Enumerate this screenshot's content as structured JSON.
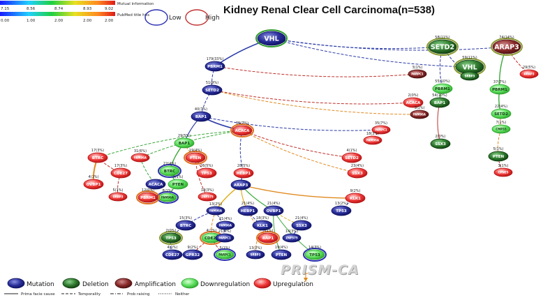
{
  "title": "Kidney Renal Clear Cell Carcinoma(n=538)",
  "watermark": "PRISM-CA",
  "scales": {
    "mi": {
      "label": "Mutual information",
      "ticks": [
        "7.15",
        "8.56",
        "8.74",
        "8.93",
        "9.02"
      ]
    },
    "pubmed": {
      "label": "PubMed title hits",
      "ticks": [
        "0.00",
        "1.00",
        "2.00",
        "2.00",
        "2.00"
      ]
    }
  },
  "level_legend": {
    "low": "Low",
    "high": "High"
  },
  "legend": [
    {
      "type": "mutation",
      "label": "Mutation"
    },
    {
      "type": "deletion",
      "label": "Deletion"
    },
    {
      "type": "amplification",
      "label": "Amplification"
    },
    {
      "type": "down",
      "label": "Downregulation"
    },
    {
      "type": "up",
      "label": "Upregulation"
    }
  ],
  "edge_legend": [
    {
      "style": "solid",
      "label": "Prima facie cause"
    },
    {
      "style": "dash",
      "label": "Temporality"
    },
    {
      "style": "dashdot",
      "label": "Prob raising"
    },
    {
      "style": "dot",
      "label": "Neither"
    }
  ],
  "colors": {
    "mutation": "#2a2f9a",
    "deletion": "#2f7a2f",
    "amplification": "#8a2a2a",
    "down": "#5fe05f",
    "up": "#ef3a3a",
    "ring_blue": "#2a2fb0",
    "ring_green": "#2e9a2e",
    "ring_orange": "#e07020",
    "ring_olive": "#8a9a30",
    "ring_red": "#c03030",
    "edge_blue": "#2a3aa8",
    "edge_red": "#c0302a",
    "edge_orange": "#e08a20",
    "edge_green": "#3aa83a",
    "edge_gold": "#e0b020",
    "edge_olive": "#8a9a30"
  },
  "nodes": [
    {
      "id": "VHL0",
      "label": "VHL",
      "type": "mutation",
      "ring": "ring_green",
      "big": true
    },
    {
      "id": "SETD2A",
      "label": "SETD2",
      "type": "deletion",
      "ring": "ring_olive",
      "big": true,
      "count": "58(11%)"
    },
    {
      "id": "ARAP3A",
      "label": "ARAP3",
      "type": "amplification",
      "ring": "ring_olive",
      "big": true,
      "count": "74(14%)"
    },
    {
      "id": "PBRM1A",
      "label": "PBRM1",
      "type": "mutation",
      "count": "179(33%)"
    },
    {
      "id": "PARPC1A",
      "label": "PARPC1",
      "type": "amplification",
      "count": "3(1%)",
      "small": true
    },
    {
      "id": "VHL2",
      "label": "VHL",
      "type": "deletion",
      "ring": "ring_olive",
      "count": "59(11%)",
      "big": true
    },
    {
      "id": "SRBP3A",
      "label": "SRBP3",
      "type": "deletion",
      "small": true
    },
    {
      "id": "ARAP3B",
      "label": "ARAP3",
      "type": "up",
      "count": "29(5%)",
      "small": true
    },
    {
      "id": "SETD2B",
      "label": "SETD2",
      "type": "mutation",
      "count": "51(9%)"
    },
    {
      "id": "PBRM1B",
      "label": "PBRM1",
      "type": "down",
      "count": "55(10%)"
    },
    {
      "id": "PBRM1C",
      "label": "PBRM1",
      "type": "down",
      "count": "37(7%)"
    },
    {
      "id": "ACACA1",
      "label": "ACACA",
      "type": "up",
      "count": "2(0%)"
    },
    {
      "id": "BAP1A",
      "label": "BAP1",
      "type": "deletion",
      "count": "54(10%)"
    },
    {
      "id": "FAM96A1",
      "label": "FAM96A",
      "type": "amplification",
      "count": "3(1%)",
      "small": true
    },
    {
      "id": "SETD2C",
      "label": "SETD2",
      "type": "down",
      "count": "22(4%)"
    },
    {
      "id": "BAP1B",
      "label": "BAP1",
      "type": "mutation",
      "count": "40(7%)"
    },
    {
      "id": "ACACA2",
      "label": "ACACA",
      "type": "up",
      "ring": "ring_orange",
      "count": "35(7%)"
    },
    {
      "id": "PARPC1B",
      "label": "PARPC1",
      "type": "up",
      "count": "35(7%)",
      "small": true
    },
    {
      "id": "FAM96A2",
      "label": "FAM96A",
      "type": "up",
      "count": "18(3%)",
      "small": true
    },
    {
      "id": "CMP33",
      "label": "CMP33",
      "type": "down",
      "count": "7(1%)",
      "small": true
    },
    {
      "id": "BAP1C",
      "label": "BAP1",
      "type": "down",
      "count": "29(5%)"
    },
    {
      "id": "SSX3A",
      "label": "SSX3",
      "type": "deletion",
      "count": "2(0%)"
    },
    {
      "id": "PTEN1",
      "label": "PTEN",
      "type": "up",
      "ring": "ring_orange",
      "count": "19(4%)"
    },
    {
      "id": "BTRC1",
      "label": "BTRC",
      "type": "up",
      "count": "17(3%)"
    },
    {
      "id": "FAM96A3",
      "label": "FAM96A",
      "type": "up",
      "count": "31(6%)",
      "small": true
    },
    {
      "id": "SETD2D",
      "label": "SETD2",
      "type": "up",
      "count": "4(1%)"
    },
    {
      "id": "PTEN3",
      "label": "PTEN",
      "type": "deletion",
      "count": "5(1%)"
    },
    {
      "id": "BTRC2",
      "label": "BTRC",
      "type": "down",
      "ring": "ring_blue",
      "count": "22(4%)"
    },
    {
      "id": "PTEN2",
      "label": "PTEN",
      "type": "down",
      "count": "4(1%)"
    },
    {
      "id": "TP53A",
      "label": "TP53",
      "type": "up",
      "count": "26(5%)"
    },
    {
      "id": "CDE27A",
      "label": "CDE27",
      "type": "up",
      "count": "17(3%)"
    },
    {
      "id": "ACACA3",
      "label": "ACACA",
      "type": "mutation",
      "count": ""
    },
    {
      "id": "HEBP1A",
      "label": "HEBP1",
      "type": "up",
      "count": "28(5%)"
    },
    {
      "id": "SSX3B",
      "label": "SSX3",
      "type": "up",
      "count": "23(4%)"
    },
    {
      "id": "CPNE5",
      "label": "CPNE5",
      "type": "up",
      "count": "3(1%)",
      "small": true
    },
    {
      "id": "FAM96A4",
      "label": "FAM96A",
      "type": "down",
      "ring": "ring_blue",
      "count": "8(1%)",
      "small": true
    },
    {
      "id": "ZNF575A",
      "label": "ZNF575",
      "type": "up",
      "count": "18(3%)",
      "small": true
    },
    {
      "id": "OVBP1A",
      "label": "OVBP1",
      "type": "up",
      "count": "4(1%)"
    },
    {
      "id": "SRBP3B",
      "label": "SRBP3",
      "type": "up",
      "count": "5(1%)",
      "small": true
    },
    {
      "id": "PBRM1D",
      "label": "PBRM1",
      "type": "up",
      "ring": "ring_orange",
      "count": "12(0%)"
    },
    {
      "id": "ARAP3C",
      "label": "ARAP3",
      "type": "mutation",
      "count": ""
    },
    {
      "id": "KLK1A",
      "label": "KLK1",
      "type": "up",
      "count": "9(2%)"
    },
    {
      "id": "FAM96A5",
      "label": "FAM96A",
      "type": "mutation",
      "count": "13(2%)",
      "small": true
    },
    {
      "id": "HEBP1B",
      "label": "HEBP1",
      "type": "mutation",
      "count": "21(4%)"
    },
    {
      "id": "OVBP1B",
      "label": "OVBP1",
      "type": "mutation",
      "count": "21(4%)"
    },
    {
      "id": "TP53B",
      "label": "TP53",
      "type": "mutation",
      "count": "13(2%)"
    },
    {
      "id": "BTRC3",
      "label": "BTRC",
      "type": "mutation",
      "count": "15(3%)"
    },
    {
      "id": "FAM96A6",
      "label": "FAM96A",
      "type": "mutation",
      "count": "21(4%)",
      "small": true
    },
    {
      "id": "KLK1B",
      "label": "KLK1",
      "type": "mutation",
      "count": "18(3%)"
    },
    {
      "id": "SSX3C",
      "label": "SSX3",
      "type": "mutation",
      "count": "21(4%)"
    },
    {
      "id": "TP53C",
      "label": "TP53",
      "type": "deletion",
      "ring": "ring_olive",
      "count": "2(0%)"
    },
    {
      "id": "CDE27B",
      "label": "CDE27",
      "type": "down",
      "ring": "ring_orange",
      "count": "4(1%)"
    },
    {
      "id": "PARPC1C",
      "label": "PARPC1",
      "type": "mutation",
      "count": "21(4%)",
      "small": true
    },
    {
      "id": "BAP1D",
      "label": "BAP1",
      "type": "up",
      "ring": "ring_orange",
      "count": "7(1%)"
    },
    {
      "id": "ZNF575B",
      "label": "ZNF575",
      "type": "mutation",
      "count": "14(3%)",
      "small": true
    },
    {
      "id": "CDE27C",
      "label": "CDE27",
      "type": "mutation",
      "count": "4(1%)"
    },
    {
      "id": "GPR32",
      "label": "GPR32",
      "type": "mutation",
      "count": "9(2%)"
    },
    {
      "id": "PARPC1D",
      "label": "PARPC1",
      "type": "down",
      "ring": "ring_blue",
      "count": "5(1%)",
      "small": true
    },
    {
      "id": "SRBP3C",
      "label": "SRBP3",
      "type": "mutation",
      "count": "13(2%)",
      "small": true
    },
    {
      "id": "PTEN4",
      "label": "PTEN",
      "type": "mutation",
      "count": "19(4%)"
    },
    {
      "id": "TP53D",
      "label": "TP53",
      "type": "down",
      "ring": "ring_blue",
      "count": "14(3%)"
    }
  ],
  "edges": [
    {
      "from": "VHL0",
      "to": "PBRM1A",
      "style": "solid",
      "color": "edge_blue",
      "w": 1.6
    },
    {
      "from": "VHL0",
      "to": "SETD2A",
      "style": "dash",
      "color": "edge_blue"
    },
    {
      "from": "VHL0",
      "to": "ARAP3A",
      "style": "dash",
      "color": "edge_blue"
    },
    {
      "from": "VHL0",
      "to": "VHL2",
      "style": "dash",
      "color": "edge_blue"
    },
    {
      "from": "PBRM1A",
      "to": "PARPC1A",
      "style": "dash",
      "color": "edge_red"
    },
    {
      "from": "PBRM1A",
      "to": "SETD2B",
      "style": "dash",
      "color": "edge_blue"
    },
    {
      "from": "SETD2A",
      "to": "PBRM1B",
      "style": "dash",
      "color": "edge_blue"
    },
    {
      "from": "SETD2A",
      "to": "SRBP3A",
      "style": "dash",
      "color": "edge_blue"
    },
    {
      "from": "ARAP3A",
      "to": "ARAP3B",
      "style": "dash",
      "color": "edge_red"
    },
    {
      "from": "ARAP3A",
      "to": "PBRM1C",
      "style": "solid",
      "color": "edge_green",
      "w": 1.4
    },
    {
      "from": "SETD2B",
      "to": "ACACA1",
      "style": "dash",
      "color": "edge_red"
    },
    {
      "from": "SETD2B",
      "to": "FAM96A1",
      "style": "dash",
      "color": "edge_orange"
    },
    {
      "from": "SETD2B",
      "to": "BAP1B",
      "style": "dash",
      "color": "edge_blue"
    },
    {
      "from": "PBRM1B",
      "to": "BAP1A",
      "style": "solid",
      "color": "edge_green",
      "w": 1.4
    },
    {
      "from": "BAP1A",
      "to": "SSX3A",
      "style": "solid",
      "color": "edge_red",
      "w": 1.0
    },
    {
      "from": "PBRM1C",
      "to": "SETD2C",
      "style": "solid",
      "color": "edge_green",
      "w": 1.4
    },
    {
      "from": "SETD2C",
      "to": "CMP33",
      "style": "dash",
      "color": "edge_orange"
    },
    {
      "from": "CMP33",
      "to": "PTEN3",
      "style": "dash",
      "color": "edge_orange"
    },
    {
      "from": "PTEN3",
      "to": "CPNE5",
      "style": "dash",
      "color": "edge_red"
    },
    {
      "from": "BAP1B",
      "to": "ACACA2",
      "style": "solid",
      "color": "edge_blue",
      "w": 1.6
    },
    {
      "from": "BAP1B",
      "to": "PARPC1B",
      "style": "dash",
      "color": "edge_blue"
    },
    {
      "from": "BAP1B",
      "to": "BAP1C",
      "style": "solid",
      "color": "edge_blue",
      "w": 1.2
    },
    {
      "from": "PARPC1B",
      "to": "FAM96A2",
      "style": "dash",
      "color": "edge_red"
    },
    {
      "from": "ACACA2",
      "to": "BTRC1",
      "style": "dash",
      "color": "edge_green"
    },
    {
      "from": "ACACA2",
      "to": "FAM96A3",
      "style": "dash",
      "color": "edge_green"
    },
    {
      "from": "ACACA2",
      "to": "HEBP1A",
      "style": "dash",
      "color": "edge_blue"
    },
    {
      "from": "ACACA2",
      "to": "SETD2D",
      "style": "dash",
      "color": "edge_red"
    },
    {
      "from": "ACACA2",
      "to": "SSX3B",
      "style": "dash",
      "color": "edge_orange"
    },
    {
      "from": "BAP1C",
      "to": "PTEN1",
      "style": "dash",
      "color": "edge_orange"
    },
    {
      "from": "BAP1C",
      "to": "BTRC2",
      "style": "solid",
      "color": "edge_green",
      "w": 1.4
    },
    {
      "from": "BTRC2",
      "to": "PTEN2",
      "style": "solid",
      "color": "edge_green",
      "w": 1.2
    },
    {
      "from": "PTEN2",
      "to": "FAM96A4",
      "style": "solid",
      "color": "edge_green",
      "w": 1.0
    },
    {
      "from": "PTEN1",
      "to": "TP53A",
      "style": "dash",
      "color": "edge_red"
    },
    {
      "from": "PTEN1",
      "to": "ZNF575A",
      "style": "dash",
      "color": "edge_red"
    },
    {
      "from": "BTRC1",
      "to": "OVBP1A",
      "style": "solid",
      "color": "edge_orange",
      "w": 2.0
    },
    {
      "from": "BTRC1",
      "to": "CDE27A",
      "style": "dash",
      "color": "edge_red"
    },
    {
      "from": "CDE27A",
      "to": "SRBP3B",
      "style": "dash",
      "color": "edge_red"
    },
    {
      "from": "FAM96A3",
      "to": "ACACA3",
      "style": "dash",
      "color": "edge_green"
    },
    {
      "from": "ACACA3",
      "to": "PBRM1D",
      "style": "dash",
      "color": "edge_orange"
    },
    {
      "from": "HEBP1A",
      "to": "ARAP3C",
      "style": "solid",
      "color": "edge_blue",
      "w": 1.2
    },
    {
      "from": "ARAP3C",
      "to": "KLK1A",
      "style": "solid",
      "color": "edge_orange",
      "w": 1.4
    },
    {
      "from": "ARAP3C",
      "to": "FAM96A5",
      "style": "solid",
      "color": "edge_gold",
      "w": 1.4
    },
    {
      "from": "ARAP3C",
      "to": "HEBP1B",
      "style": "solid",
      "color": "edge_gold",
      "w": 1.2
    },
    {
      "from": "ARAP3C",
      "to": "OVBP1B",
      "style": "solid",
      "color": "edge_green",
      "w": 1.2
    },
    {
      "from": "KLK1A",
      "to": "TP53B",
      "style": "dash",
      "color": "edge_blue"
    },
    {
      "from": "FAM96A5",
      "to": "BTRC3",
      "style": "dash",
      "color": "edge_blue"
    },
    {
      "from": "FAM96A5",
      "to": "CDE27B",
      "style": "dash",
      "color": "edge_orange"
    },
    {
      "from": "FAM96A5",
      "to": "FAM96A6",
      "style": "dash",
      "color": "edge_blue"
    },
    {
      "from": "BTRC3",
      "to": "TP53C",
      "style": "dash",
      "color": "edge_blue"
    },
    {
      "from": "TP53C",
      "to": "CDE27C",
      "style": "dash",
      "color": "edge_blue"
    },
    {
      "from": "CDE27B",
      "to": "GPR32",
      "style": "dash",
      "color": "edge_red"
    },
    {
      "from": "CDE27B",
      "to": "PARPC1D",
      "style": "dash",
      "color": "edge_red"
    },
    {
      "from": "FAM96A6",
      "to": "PARPC1C",
      "style": "dash",
      "color": "edge_blue"
    },
    {
      "from": "HEBP1B",
      "to": "KLK1B",
      "style": "dash",
      "color": "edge_blue"
    },
    {
      "from": "HEBP1B",
      "to": "BAP1D",
      "style": "dash",
      "color": "edge_orange"
    },
    {
      "from": "OVBP1B",
      "to": "SSX3C",
      "style": "dash",
      "color": "edge_gold"
    },
    {
      "from": "OVBP1B",
      "to": "PTEN4",
      "style": "solid",
      "color": "edge_green",
      "w": 1.0
    },
    {
      "from": "OVBP1B",
      "to": "TP53D",
      "style": "solid",
      "color": "edge_green",
      "w": 1.0
    },
    {
      "from": "SSX3C",
      "to": "ZNF575B",
      "style": "dash",
      "color": "edge_blue"
    },
    {
      "from": "KLK1B",
      "to": "SRBP3C",
      "style": "dash",
      "color": "edge_orange"
    }
  ]
}
